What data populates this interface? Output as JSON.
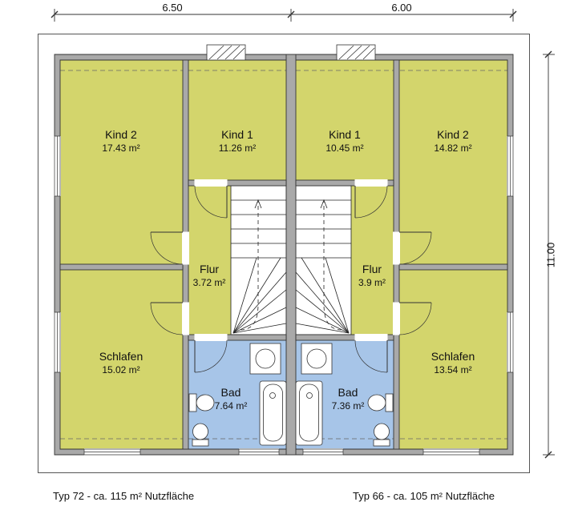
{
  "plan": {
    "dim_top_left": "6.50",
    "dim_top_right": "6.00",
    "dim_right": "11.00",
    "units": [
      {
        "type_caption": "Typ 72 - ca. 115 m² Nutzfläche",
        "rooms": {
          "kind2": {
            "name": "Kind 2",
            "area": "17.43 m²"
          },
          "kind1": {
            "name": "Kind 1",
            "area": "11.26 m²"
          },
          "flur": {
            "name": "Flur",
            "area": "3.72 m²"
          },
          "schlafen": {
            "name": "Schlafen",
            "area": "15.02 m²"
          },
          "bad": {
            "name": "Bad",
            "area": "7.64 m²"
          }
        }
      },
      {
        "type_caption": "Typ 66 - ca. 105 m² Nutzfläche",
        "rooms": {
          "kind1": {
            "name": "Kind 1",
            "area": "10.45 m²"
          },
          "kind2": {
            "name": "Kind 2",
            "area": "14.82 m²"
          },
          "flur": {
            "name": "Flur",
            "area": "3.9 m²"
          },
          "schlafen": {
            "name": "Schlafen",
            "area": "13.54 m²"
          },
          "bad": {
            "name": "Bad",
            "area": "7.36 m²"
          }
        }
      }
    ],
    "colors": {
      "room_fill": "#d3d56c",
      "bath_fill": "#a7c5e8",
      "wall_fill": "#a9a9a9",
      "line": "#333333"
    }
  }
}
